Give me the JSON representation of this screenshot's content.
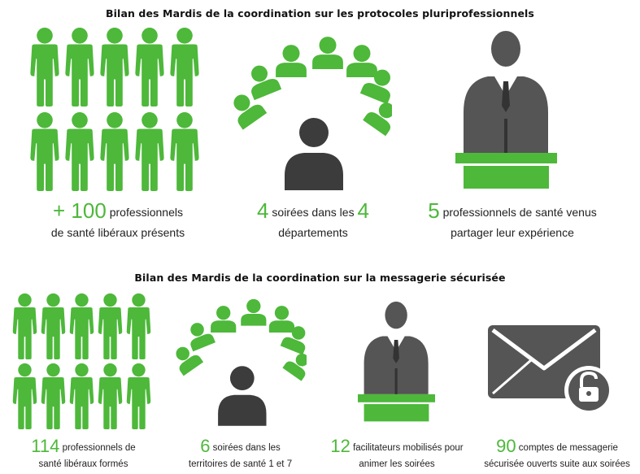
{
  "section1": {
    "title": "Bilan des Mardis de la coordination sur les protocoles pluriprofessionnels",
    "stats": [
      {
        "number": "+ 100",
        "line1": "professionnels",
        "line2": "de santé libéraux présents"
      },
      {
        "number": "4",
        "line1a": "soirées dans les",
        "number2": "4",
        "line2": "départements"
      },
      {
        "number": "5",
        "line1": "professionnels de santé venus",
        "line2": "partager leur expérience"
      }
    ]
  },
  "section2": {
    "title": "Bilan des Mardis de la coordination sur la messagerie sécurisée",
    "stats": [
      {
        "number": "114",
        "line1": "professionnels de",
        "line2": "santé libéraux formés"
      },
      {
        "number": "6",
        "line1": "soirées dans les",
        "line2": "territoires de santé 1 et 7"
      },
      {
        "number": "12",
        "line1": "facilitateurs mobilisés pour",
        "line2": "animer les soirées"
      },
      {
        "number": "90",
        "line1": "comptes de messagerie",
        "line2": "sécurisée ouverts suite aux soirées"
      }
    ]
  },
  "colors": {
    "green": "#4db83a",
    "dark": "#4a4a4a",
    "text": "#222222"
  }
}
